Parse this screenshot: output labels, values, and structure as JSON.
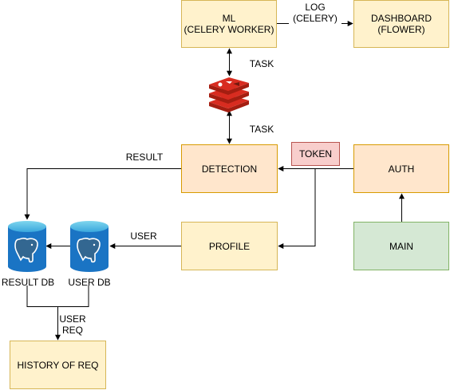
{
  "nodes": {
    "ml": "ML\n(CELERY WORKER)",
    "dashboard": "DASHBOARD\n(FLOWER)",
    "detection": "DETECTION",
    "auth": "AUTH",
    "token": "TOKEN",
    "profile": "PROFILE",
    "main": "MAIN",
    "history": "HISTORY OF REQ"
  },
  "databases": {
    "result_db": "RESULT DB",
    "user_db": "USER DB"
  },
  "edge_labels": {
    "log": "LOG\n(CELERY)",
    "task_top": "TASK",
    "task_bottom": "TASK",
    "result": "RESULT",
    "user": "USER",
    "user_req": "USER\nREQ"
  },
  "icons": {
    "broker": "redis-icon",
    "result_db": "postgresql-database-icon",
    "user_db": "postgresql-database-icon"
  },
  "colors": {
    "yellow_fill": "#fff2cc",
    "yellow_stroke": "#d6b656",
    "orange_fill": "#ffe6cc",
    "orange_stroke": "#d79b00",
    "green_fill": "#d5e8d4",
    "green_stroke": "#82b366",
    "pink_fill": "#f8cecc",
    "pink_stroke": "#b85450",
    "redis_red": "#c6302b",
    "db_blue": "#1a74c4"
  }
}
